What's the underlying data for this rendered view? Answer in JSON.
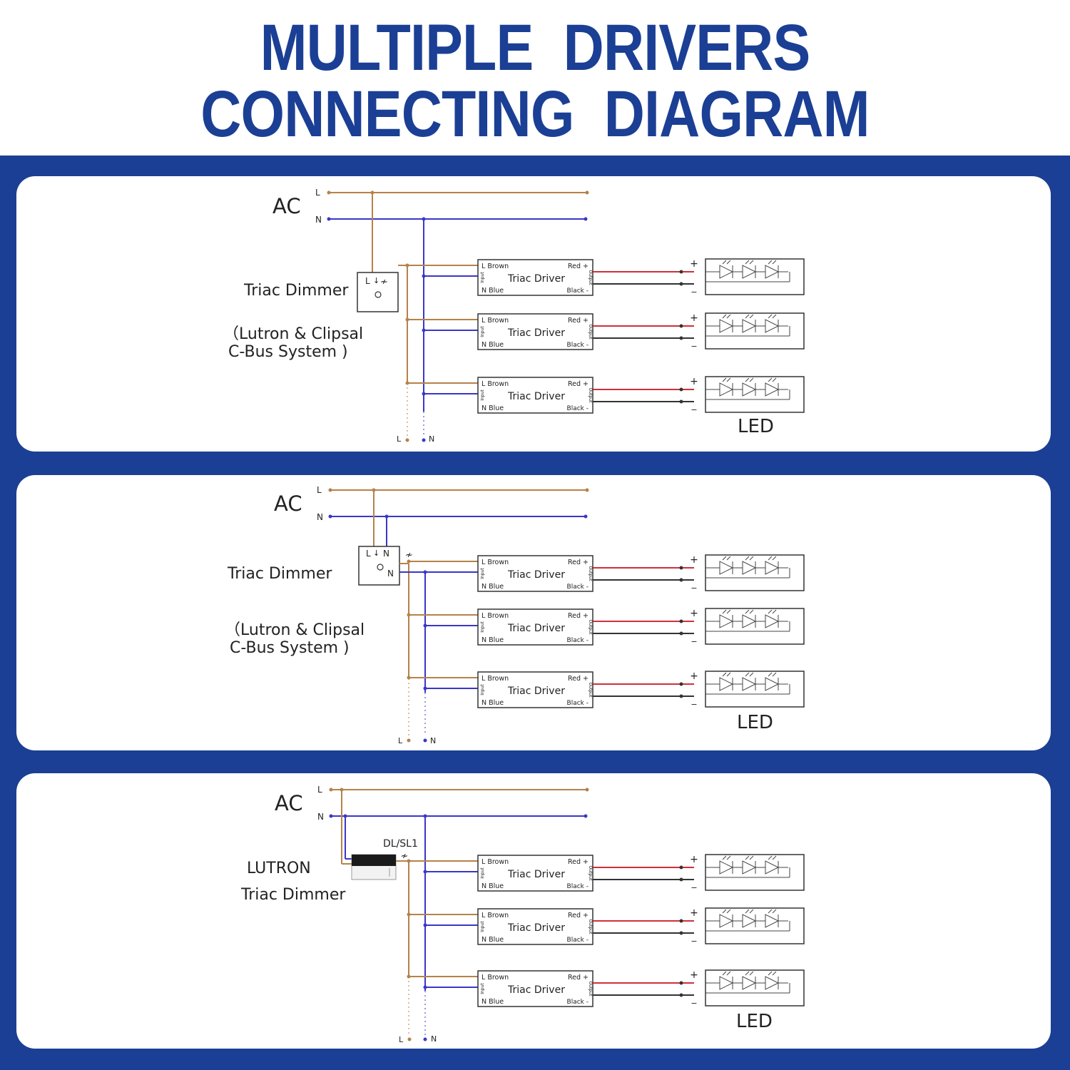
{
  "title": {
    "line1": "MULTIPLE  DRIVERS",
    "line2": "CONNECTING  DIAGRAM"
  },
  "colors": {
    "brand": "#1b3f94",
    "live_wire": "#b5824a",
    "neutral_wire": "#3a37c8",
    "positive_wire": "#d0303a",
    "negative_wire": "#333333"
  },
  "common": {
    "ac": "AC",
    "l": "L",
    "n": "N",
    "led": "LED",
    "driver_name": "Triac Driver",
    "driver_l_brown": "L Brown",
    "driver_n_blue": "N Blue",
    "driver_red": "Red +",
    "driver_black": "Black -",
    "driver_input": "Input",
    "driver_output": "Output",
    "plus": "+",
    "minus": "−"
  },
  "panels": [
    {
      "dimmer_label": "Triac Dimmer",
      "note_line1": "（Lutron & Clipsal",
      "note_line2": "C-Bus System )",
      "box_top": "L",
      "box_bottom": ""
    },
    {
      "dimmer_label": "Triac Dimmer",
      "note_line1": "（Lutron & Clipsal",
      "note_line2": "C-Bus System )",
      "box_top": "L",
      "box_top_n": "N",
      "box_bottom": "N"
    },
    {
      "brand_label": "LUTRON",
      "dimmer_label": "Triac Dimmer",
      "device_label": "DL/SL1"
    }
  ]
}
